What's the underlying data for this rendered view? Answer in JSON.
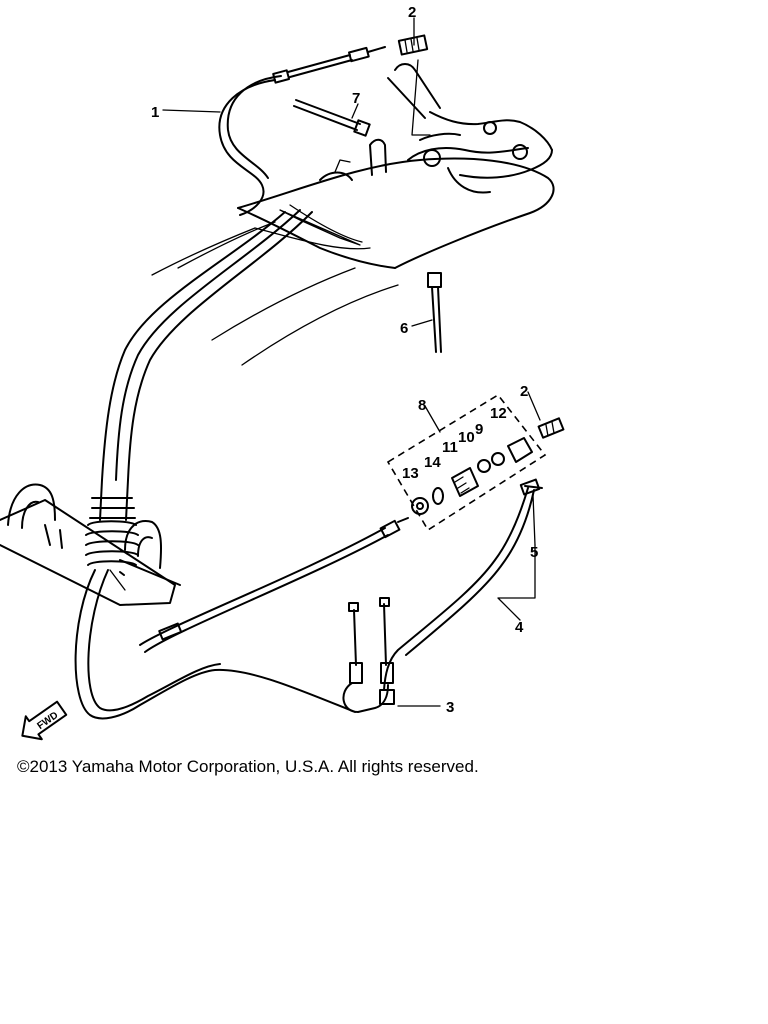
{
  "callouts": {
    "c1": "1",
    "c2a": "2",
    "c2b": "2",
    "c3": "3",
    "c4": "4",
    "c5": "5",
    "c6": "6",
    "c7": "7",
    "c8": "8",
    "c9": "9",
    "c10": "10",
    "c11": "11",
    "c12": "12",
    "c13": "13",
    "c14": "14"
  },
  "direction_marker": "FWD",
  "copyright": "©2013 Yamaha Motor Corporation, U.S.A. All rights reserved."
}
